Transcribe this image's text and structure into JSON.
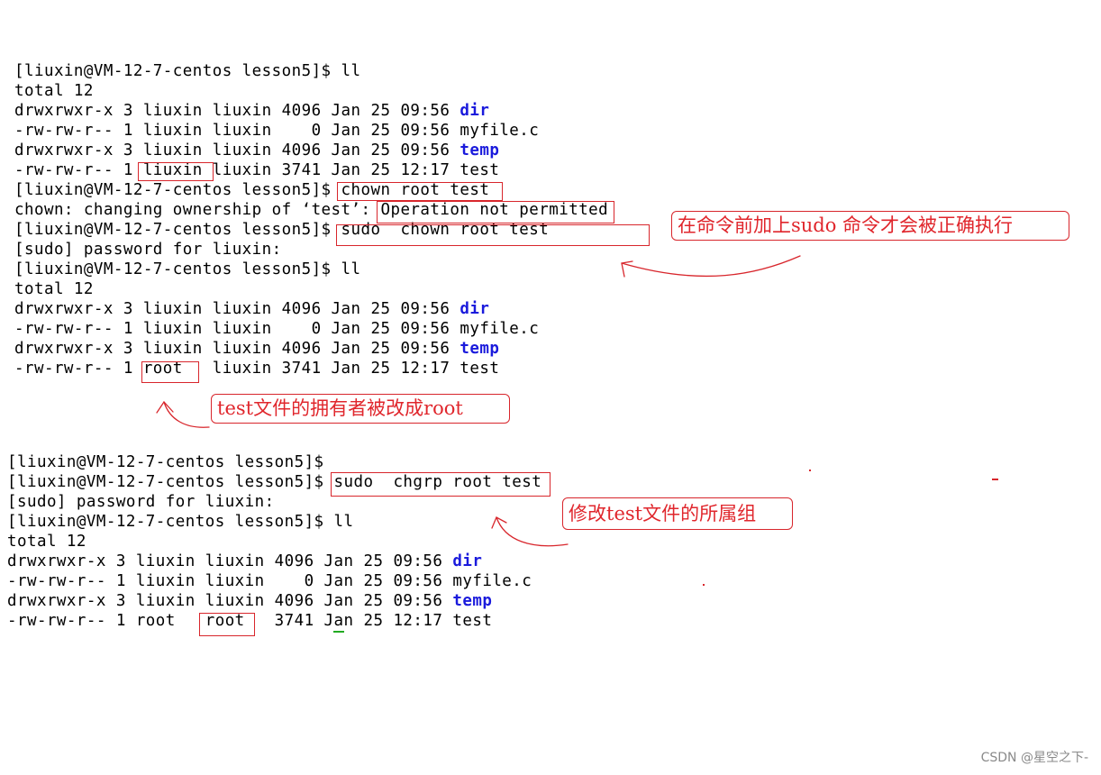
{
  "terminal": {
    "block1": {
      "prompt1": "[liuxin@VM-12-7-centos lesson5]$ ll",
      "total": "total 12",
      "rows": [
        {
          "perm": "drwxrwxr-x 3 liuxin liuxin 4096 Jan 25 09:56 ",
          "name": "dir"
        },
        {
          "perm": "-rw-rw-r-- 1 liuxin liuxin    0 Jan 25 09:56 ",
          "name": "myfile.c"
        },
        {
          "perm": "drwxrwxr-x 3 liuxin liuxin 4096 Jan 25 09:56 ",
          "name": "temp"
        },
        {
          "perm": "-rw-rw-r-- 1 liuxin liuxin 3741 Jan 25 12:17 ",
          "name": "test"
        }
      ],
      "chown_cmd": "[liuxin@VM-12-7-centos lesson5]$ chown root test",
      "chown_err": "chown: changing ownership of ‘test’: Operation not permitted",
      "sudo_cmd": "[liuxin@VM-12-7-centos lesson5]$ sudo  chown root test",
      "sudo_pw": "[sudo] password for liuxin:",
      "prompt2": "[liuxin@VM-12-7-centos lesson5]$ ll",
      "total2": "total 12",
      "rows2": [
        {
          "perm": "drwxrwxr-x 3 liuxin liuxin 4096 Jan 25 09:56 ",
          "name": "dir"
        },
        {
          "perm": "-rw-rw-r-- 1 liuxin liuxin    0 Jan 25 09:56 ",
          "name": "myfile.c"
        },
        {
          "perm": "drwxrwxr-x 3 liuxin liuxin 4096 Jan 25 09:56 ",
          "name": "temp"
        },
        {
          "perm": "-rw-rw-r-- 1 root   liuxin 3741 Jan 25 12:17 ",
          "name": "test"
        }
      ]
    },
    "block2": {
      "prompt1": "[liuxin@VM-12-7-centos lesson5]$",
      "chgrp_cmd": "[liuxin@VM-12-7-centos lesson5]$ sudo  chgrp root test",
      "sudo_pw": "[sudo] password for liuxin:",
      "prompt2": "[liuxin@VM-12-7-centos lesson5]$ ll",
      "total": "total 12",
      "rows": [
        {
          "perm": "drwxrwxr-x 3 liuxin liuxin 4096 Jan 25 09:56 ",
          "name": "dir"
        },
        {
          "perm": "-rw-rw-r-- 1 liuxin liuxin    0 Jan 25 09:56 ",
          "name": "myfile.c"
        },
        {
          "perm": "drwxrwxr-x 3 liuxin liuxin 4096 Jan 25 09:56 ",
          "name": "temp"
        },
        {
          "perm": "-rw-rw-r-- 1 root   root   3741 Jan 25 12:17 ",
          "name": "test"
        }
      ]
    }
  },
  "annotations": {
    "sudo_note": "在命令前加上sudo 命令才会被正确执行",
    "owner_note": "test文件的拥有者被改成root",
    "group_note": "修改test文件的所属组"
  },
  "watermark": "CSDN @星空之下-",
  "colors": {
    "dir": "#1a1adc",
    "annotation": "#d8262c"
  }
}
